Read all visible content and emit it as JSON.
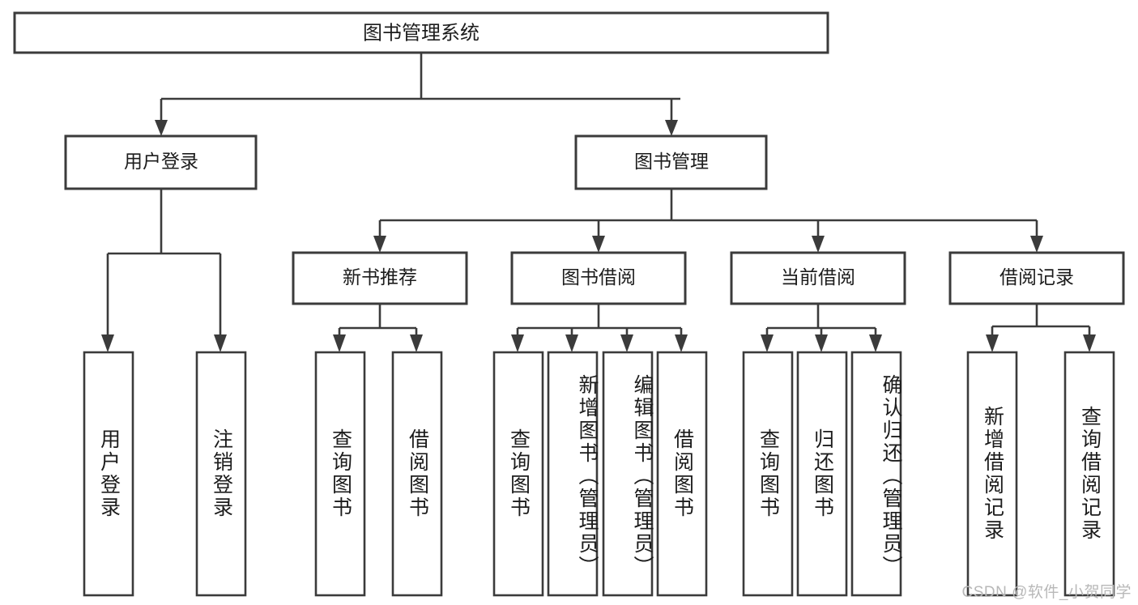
{
  "diagram": {
    "type": "tree-hierarchy",
    "title_node": "图书管理系统",
    "orientation": "top-down",
    "levels": 4,
    "nodes": {
      "root": {
        "label": "图书管理系统"
      },
      "l2": [
        {
          "id": "user-login",
          "label": "用户登录"
        },
        {
          "id": "book-manage",
          "label": "图书管理"
        }
      ],
      "l3": [
        {
          "id": "new-book-recommend",
          "label": "新书推荐",
          "parent": "book-manage"
        },
        {
          "id": "book-borrow",
          "label": "图书借阅",
          "parent": "book-manage"
        },
        {
          "id": "current-borrow",
          "label": "当前借阅",
          "parent": "book-manage"
        },
        {
          "id": "borrow-record",
          "label": "借阅记录",
          "parent": "book-manage"
        }
      ],
      "leaves": [
        {
          "id": "leaf-user-login",
          "label": "用户登录",
          "parent": "user-login"
        },
        {
          "id": "leaf-logout-login",
          "label": "注销登录",
          "parent": "user-login"
        },
        {
          "id": "leaf-query-book-1",
          "label": "查询图书",
          "parent": "new-book-recommend"
        },
        {
          "id": "leaf-borrow-book-1",
          "label": "借阅图书",
          "parent": "new-book-recommend"
        },
        {
          "id": "leaf-query-book-2",
          "label": "查询图书",
          "parent": "book-borrow"
        },
        {
          "id": "leaf-add-book",
          "label": "新增图书（管理员）",
          "parent": "book-borrow"
        },
        {
          "id": "leaf-edit-book",
          "label": "编辑图书（管理员）",
          "parent": "book-borrow"
        },
        {
          "id": "leaf-borrow-book-2",
          "label": "借阅图书",
          "parent": "book-borrow"
        },
        {
          "id": "leaf-query-book-3",
          "label": "查询图书",
          "parent": "current-borrow"
        },
        {
          "id": "leaf-return-book",
          "label": "归还图书",
          "parent": "current-borrow"
        },
        {
          "id": "leaf-confirm-return",
          "label": "确认归还（管理员）",
          "parent": "current-borrow"
        },
        {
          "id": "leaf-add-record",
          "label": "新增借阅记录",
          "parent": "borrow-record"
        },
        {
          "id": "leaf-query-record",
          "label": "查询借阅记录",
          "parent": "borrow-record"
        }
      ]
    },
    "colors": {
      "stroke": "#3b3b3b",
      "fill": "#ffffff",
      "text": "#1c1c1c",
      "watermark": "#b8b8b8"
    }
  },
  "watermark": {
    "text": "CSDN @软件_小贺同学"
  }
}
